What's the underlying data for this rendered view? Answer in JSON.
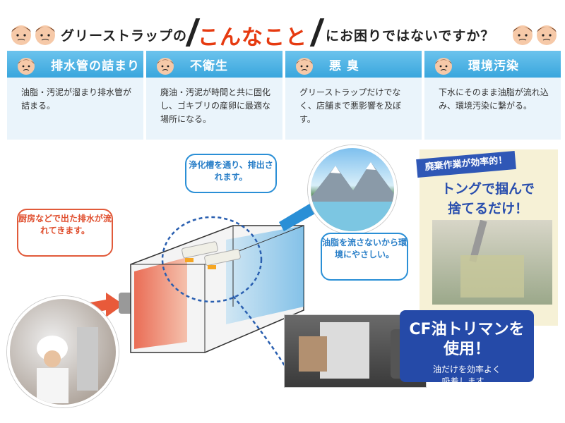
{
  "header": {
    "text_left": "グリーストラップの",
    "text_center": "こんなこと",
    "text_right": "にお困りではないですか？"
  },
  "problems": [
    {
      "title": "排水管の詰まり",
      "body": "油脂・汚泥が溜まり排水管が詰まる。"
    },
    {
      "title": "不衛生",
      "body": "廃油・汚泥が時間と共に固化し、ゴキブリの産卵に最適な場所になる。"
    },
    {
      "title": "悪 臭",
      "body": "グリーストラップだけでなく、店舗まで悪影響を及ぼす。"
    },
    {
      "title": "環境汚染",
      "body": "下水にそのまま油脂が流れ込み、環境汚染に繋がる。"
    }
  ],
  "callouts": {
    "kitchen": "厨房などで出た排水が流れてきます。",
    "purify": "浄化槽を通り、排出されます。",
    "eco": "油脂を流さないから環境にやさしい。"
  },
  "right_panel": {
    "tag": "廃棄作業が効率的！",
    "headline_1": "トングで掴んで",
    "headline_2": "捨てるだけ！"
  },
  "cf_box": {
    "title_1": "CF油トリマンを",
    "title_2": "使用！",
    "desc_1": "油だけを効率よく",
    "desc_2": "吸着します。"
  },
  "colors": {
    "accent_blue": "#39a6dd",
    "accent_red": "#e63a10",
    "navy": "#254aa8"
  }
}
